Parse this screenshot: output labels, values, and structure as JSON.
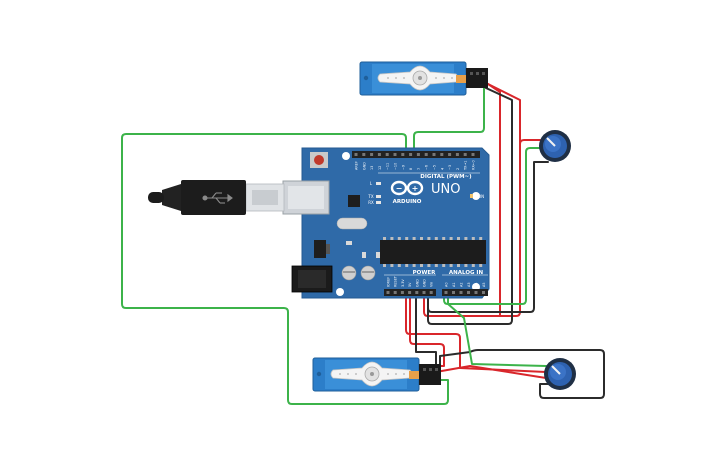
{
  "board": {
    "brand_label": "ARDUINO",
    "model_label": "UNO",
    "digital_label": "DIGITAL (PWM~)",
    "power_label": "POWER",
    "analog_label": "ANALOG IN",
    "on_label": "ON",
    "tx_label": "TX",
    "rx_label": "RX",
    "l_label": "L",
    "digital_pins": [
      "AREF",
      "GND",
      "13",
      "12",
      "~11",
      "~10",
      "~9",
      "8",
      "7",
      "~6",
      "~5",
      "4",
      "~3",
      "2",
      "TX→1",
      "RX←0"
    ],
    "power_pins": [
      "IOREF",
      "RESET",
      "3.3V",
      "5V",
      "GND",
      "GND",
      "Vin"
    ],
    "analog_pins": [
      "A0",
      "A1",
      "A2",
      "A3",
      "A4",
      "A5"
    ]
  },
  "colors": {
    "board": "#2f6aa8",
    "wire_green": "#3cb34a",
    "wire_red": "#d9262b",
    "wire_black": "#2b2b2b",
    "servo_body": "#2c7ec9",
    "pot_knob": "#2e62b0"
  }
}
